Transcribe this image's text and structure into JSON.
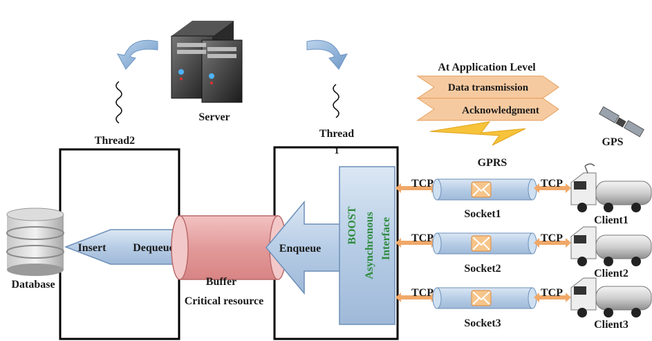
{
  "server": {
    "label": "Server"
  },
  "threads": {
    "thread2": "Thread2",
    "thread1_line1": "Thread",
    "thread1_line2": "1"
  },
  "database": {
    "label": "Database"
  },
  "left_arrow": {
    "insert": "Insert",
    "dequeue": "Dequeue"
  },
  "buffer": {
    "line1": "Buffer",
    "line2": "Critical resource"
  },
  "enqueue": {
    "label": "Enqueue"
  },
  "interface": {
    "line1": "BOOST",
    "line2": "Asynchronous",
    "line3": "Interface"
  },
  "app_level": {
    "title": "At Application Level",
    "data_transmission": "Data transmission",
    "acknowledgment": "Acknowledgment"
  },
  "network": {
    "gprs": "GPRS",
    "gps": "GPS"
  },
  "sockets": [
    {
      "socket": "Socket1",
      "client": "Client1",
      "tcp": "TCP"
    },
    {
      "socket": "Socket2",
      "client": "Client2",
      "tcp": "TCP"
    },
    {
      "socket": "Socket3",
      "client": "Client3",
      "tcp": "TCP"
    }
  ],
  "colors": {
    "arrow_blue": "#b9cfe6",
    "buffer_red": "#e9a6a6",
    "tcp_orange": "#f0a868",
    "wave_orange": "#f5c78a",
    "text_green": "#2e8b3e"
  }
}
